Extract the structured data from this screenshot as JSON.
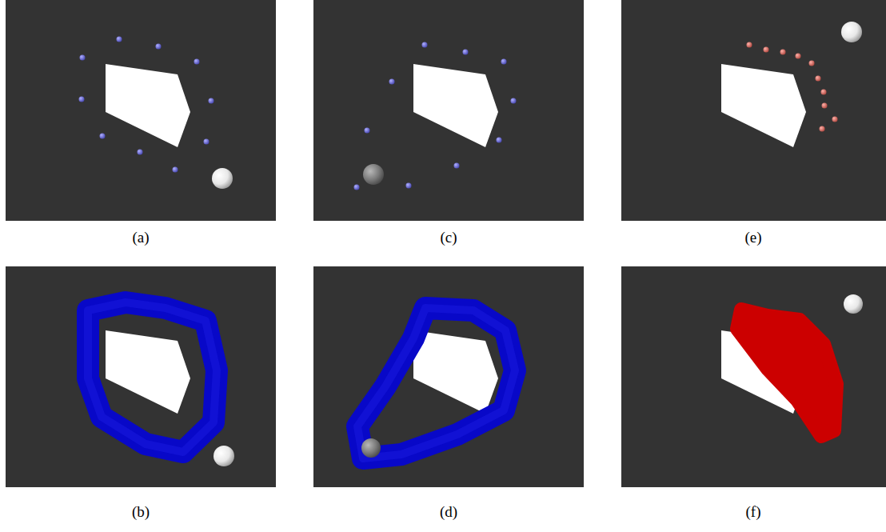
{
  "diagram": {
    "labels": [
      "(a)",
      "(c)",
      "(e)",
      "(b)",
      "(d)",
      "(f)"
    ]
  }
}
